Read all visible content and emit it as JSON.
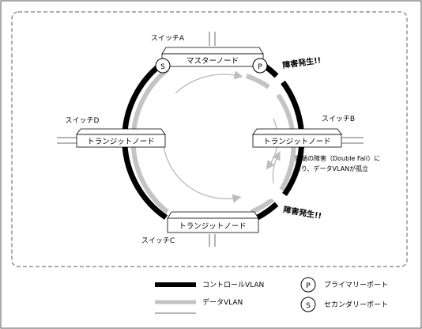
{
  "switches": {
    "a": {
      "label": "スイッチA",
      "node": "マスターノード"
    },
    "b": {
      "label": "スイッチB",
      "node": "トランジットノード"
    },
    "c": {
      "label": "スイッチC",
      "node": "トランジットノード"
    },
    "d": {
      "label": "スイッチD",
      "node": "トランジットノード"
    }
  },
  "ports": {
    "primary": "P",
    "secondary": "S"
  },
  "faults": {
    "top": "障害発生!!",
    "bottom": "障害発生!!",
    "note_line1": "両端の障害（Double Fail）に",
    "note_line2": "より、データVLANが孤立"
  },
  "legend": {
    "control_vlan": "コントロールVLAN",
    "data_vlan": "データVLAN",
    "primary_port": "プライマリーポート",
    "secondary_port": "セカンダリーポート",
    "primary_symbol": "P",
    "secondary_symbol": "S"
  },
  "colors": {
    "control": "#000000",
    "data": "#c4c4c4",
    "external_link": "#b5b5b5",
    "node_fill": "#ffffff",
    "frame": "#7a7a7a"
  }
}
